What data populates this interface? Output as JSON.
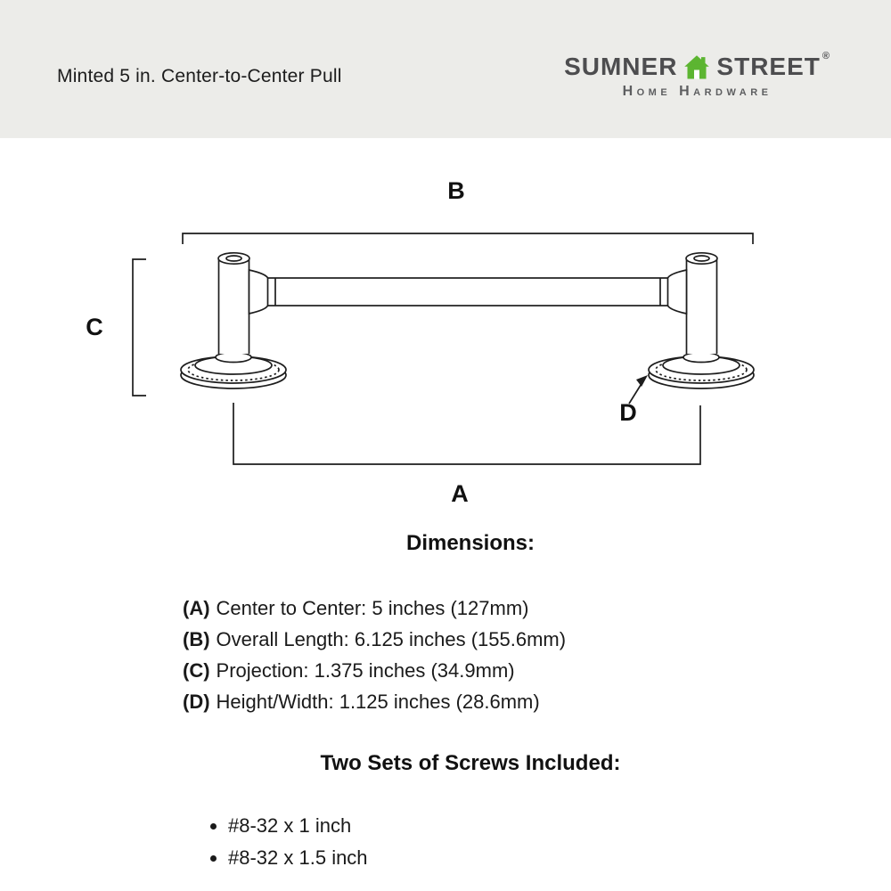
{
  "header": {
    "title": "Minted 5 in. Center-to-Center Pull",
    "brand": {
      "word1": "SUMNER",
      "word2": "STREET",
      "registered": "®",
      "tagline": "Home Hardware"
    }
  },
  "diagram": {
    "labels": {
      "a": "A",
      "b": "B",
      "c": "C",
      "d": "D"
    }
  },
  "dimensions": {
    "heading": "Dimensions:",
    "items": [
      {
        "key": "(A)",
        "text": "Center to Center: 5 inches (127mm)"
      },
      {
        "key": "(B)",
        "text": "Overall Length: 6.125 inches (155.6mm)"
      },
      {
        "key": "(C)",
        "text": "Projection: 1.375 inches (34.9mm)"
      },
      {
        "key": "(D)",
        "text": "Height/Width: 1.125 inches (28.6mm)"
      }
    ]
  },
  "screws": {
    "heading": "Two Sets of Screws Included:",
    "items": [
      "#8-32 x 1 inch",
      "#8-32 x 1.5 inch"
    ]
  },
  "colors": {
    "accent_green": "#5CB531",
    "header_bg": "#ECECE9",
    "brand_gray": "#4D4D4F",
    "line_color": "#1d1d1d"
  }
}
